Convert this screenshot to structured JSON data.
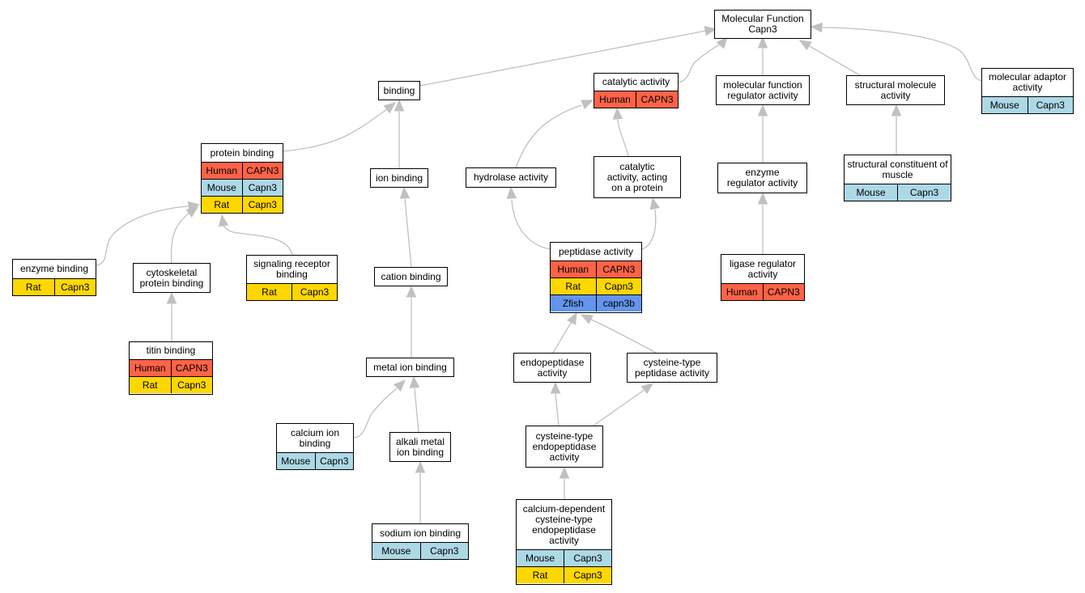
{
  "colors": {
    "human": "#FF6347",
    "mouse": "#ADD8E6",
    "rat": "#FFD700",
    "zfish": "#6495ED",
    "edge": "#C0C0C0",
    "border": "#000000"
  },
  "nodes": {
    "mf": {
      "title": "Molecular Function",
      "subtitle": "Capn3"
    },
    "binding": {
      "title": "binding"
    },
    "catalytic": {
      "title": "catalytic activity",
      "rows": [
        {
          "species": "Human",
          "gene": "CAPN3"
        }
      ]
    },
    "mfreg": {
      "title": "molecular function regulator activity"
    },
    "structmol": {
      "title": "structural molecule activity"
    },
    "adaptor": {
      "title": "molecular adaptor activity",
      "rows": [
        {
          "species": "Mouse",
          "gene": "Capn3"
        }
      ]
    },
    "protein": {
      "title": "protein binding",
      "rows": [
        {
          "species": "Human",
          "gene": "CAPN3"
        },
        {
          "species": "Mouse",
          "gene": "Capn3"
        },
        {
          "species": "Rat",
          "gene": "Capn3"
        }
      ]
    },
    "ion": {
      "title": "ion binding"
    },
    "hydrolase": {
      "title": "hydrolase activity"
    },
    "catprot": {
      "title": "catalytic activity, acting on a protein"
    },
    "enzreg": {
      "title": "enzyme regulator activity"
    },
    "muscle": {
      "title": "structural constituent of muscle",
      "rows": [
        {
          "species": "Mouse",
          "gene": "Capn3"
        }
      ]
    },
    "enzyme": {
      "title": "enzyme binding",
      "rows": [
        {
          "species": "Rat",
          "gene": "Capn3"
        }
      ]
    },
    "cyto": {
      "title": "cytoskeletal protein binding"
    },
    "signal": {
      "title": "signaling receptor binding",
      "rows": [
        {
          "species": "Rat",
          "gene": "Capn3"
        }
      ]
    },
    "cation": {
      "title": "cation binding"
    },
    "peptidase": {
      "title": "peptidase activity",
      "rows": [
        {
          "species": "Human",
          "gene": "CAPN3"
        },
        {
          "species": "Rat",
          "gene": "Capn3"
        },
        {
          "species": "Zfish",
          "gene": "capn3b"
        }
      ]
    },
    "ligase": {
      "title": "ligase regulator activity",
      "rows": [
        {
          "species": "Human",
          "gene": "CAPN3"
        }
      ]
    },
    "titin": {
      "title": "titin binding",
      "rows": [
        {
          "species": "Human",
          "gene": "CAPN3"
        },
        {
          "species": "Rat",
          "gene": "Capn3"
        }
      ]
    },
    "metal": {
      "title": "metal ion binding"
    },
    "endo": {
      "title": "endopeptidase activity"
    },
    "cyspep": {
      "title": "cysteine-type peptidase activity"
    },
    "calcium": {
      "title": "calcium ion binding",
      "rows": [
        {
          "species": "Mouse",
          "gene": "Capn3"
        }
      ]
    },
    "alkali": {
      "title": "alkali metal ion binding"
    },
    "cysendo": {
      "title": "cysteine-type endopeptidase activity"
    },
    "sodium": {
      "title": "sodium ion binding",
      "rows": [
        {
          "species": "Mouse",
          "gene": "Capn3"
        }
      ]
    },
    "calpain": {
      "title": "calcium-dependent cysteine-type endopeptidase activity",
      "rows": [
        {
          "species": "Mouse",
          "gene": "Capn3"
        },
        {
          "species": "Rat",
          "gene": "Capn3"
        }
      ]
    }
  }
}
